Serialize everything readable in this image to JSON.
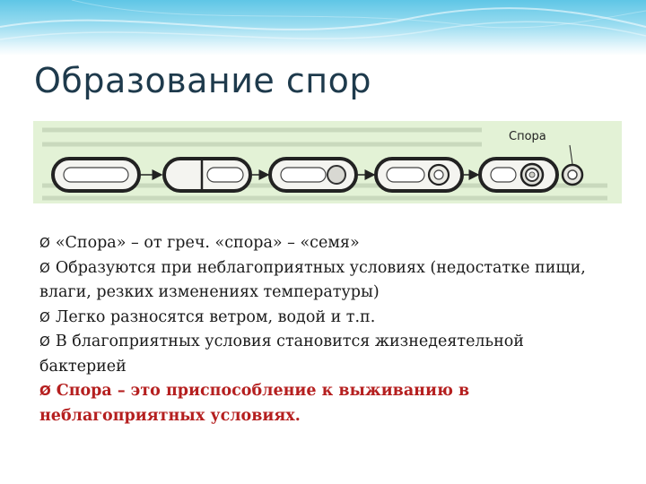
{
  "slide": {
    "title": "Образование спор",
    "figure": {
      "spore_label": "Спора",
      "stages": 5
    },
    "bullet_marker": "Ø",
    "bullets": [
      "«Спора» – от греч. «спора» – «семя»",
      "Образуются при неблагоприятных условиях (недостатке пищи, влаги, резких изменениях температуры)",
      "Легко разносятся ветром, водой и т.п.",
      "В благоприятных условия становится жизнедеятельной бактерией"
    ],
    "conclusion": "Спора – это приспособление к выживанию в неблагоприятных условиях."
  },
  "colors": {
    "accent_band": "#5fc6e6",
    "title": "#1e3a4c",
    "figure_bg": "#e3f2d6",
    "emphasis": "#b51f1f"
  }
}
